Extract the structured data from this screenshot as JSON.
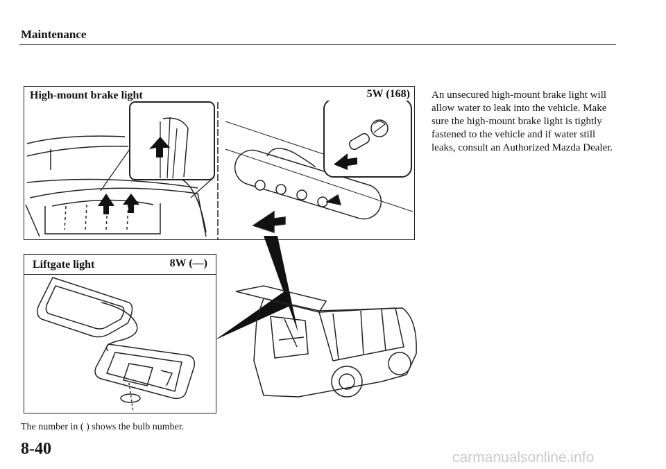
{
  "header": {
    "section": "Maintenance"
  },
  "high_mount": {
    "label": "High-mount brake light",
    "bulb": "5W (168)"
  },
  "liftgate": {
    "label": "Liftgate light",
    "bulb": "8W (—)"
  },
  "description": "An unsecured high-mount brake light will allow water to leak into the vehicle. Make sure the high-mount brake light is tightly fastened to the vehicle and if water still leaks, consult an Authorized Mazda Dealer.",
  "footnote": "The number in (  ) shows the bulb number.",
  "page_number": "8-40",
  "watermark": "carmanualsonline.info"
}
